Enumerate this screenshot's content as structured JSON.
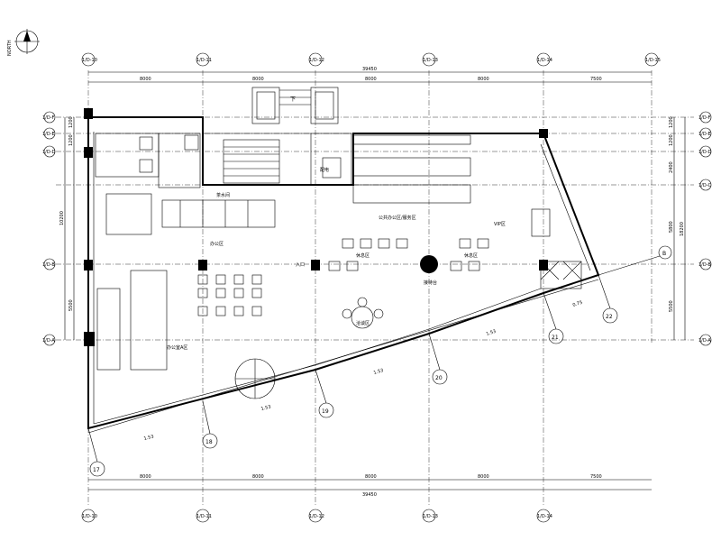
{
  "north_label": "NORTH",
  "column_axes": [
    "1/D-10",
    "1/D-11",
    "1/D-12",
    "1/D-13",
    "1/D-14",
    "1/D-15"
  ],
  "row_axes": [
    "1/D-F",
    "1/D-E",
    "1/D-D",
    "1/D-C",
    "1/D-B",
    "1/D-A"
  ],
  "top_dimensions": [
    "8000",
    "8000",
    "8000",
    "8000",
    "7500"
  ],
  "top_total": "39450",
  "bottom_dimensions": [
    "8000",
    "8000",
    "8000",
    "8000",
    "7500"
  ],
  "bottom_total": "39450",
  "left_dimensions": [
    "1200",
    "1200",
    "10200",
    "5500"
  ],
  "right_dimensions": [
    "1200",
    "1200",
    "2400",
    "5800",
    "5500"
  ],
  "right_total": "18200",
  "facade_axes": [
    "17",
    "18",
    "19",
    "20",
    "21",
    "22"
  ],
  "facade_axis_B": "B",
  "facade_dimensions": [
    "1.53",
    "1.53",
    "1.53",
    "1.53",
    "0.75"
  ],
  "stair_label": "下",
  "room_labels": {
    "electrical": "配电",
    "tea": "茶水间",
    "zone_main": "公共办公区/服务区",
    "zone_right": "VIP区",
    "lounge_left": "休息区",
    "lounge_right": "休息区",
    "office_left": "办公区",
    "office_lower": "办公室A区",
    "round_table": "洽谈区",
    "reception": "接待台",
    "side_entry": "入口"
  }
}
